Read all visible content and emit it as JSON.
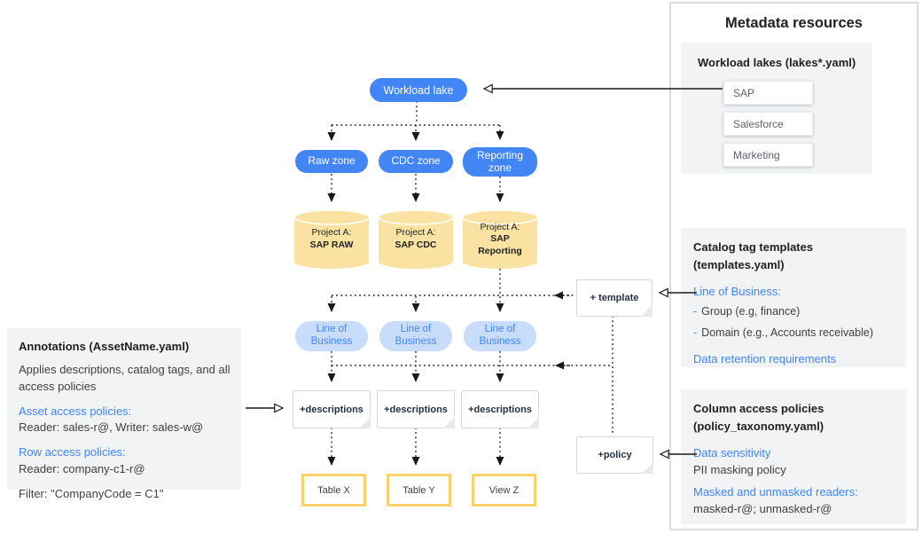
{
  "colors": {
    "accent_blue": "#4285F4",
    "lob_pill_bg": "#C8DCFB",
    "cylinder_fill": "#FAE3A2",
    "table_border": "#F9D26C",
    "panel_gray_bg": "#F1F3F4",
    "panel_border": "#DADCE0",
    "connector": "#1A1A1A"
  },
  "diagram": {
    "workload_lake_label": "Workload lake",
    "zones": [
      "Raw zone",
      "CDC zone",
      "Reporting zone"
    ],
    "projects": [
      {
        "prefix": "Project A:",
        "name": "SAP RAW"
      },
      {
        "prefix": "Project A:",
        "name": "SAP CDC"
      },
      {
        "prefix": "Project A:",
        "name": "SAP Reporting"
      }
    ],
    "lob_label": "Line of Business",
    "descriptions_note": "+descriptions",
    "template_note": "+ template",
    "policy_note": "+policy",
    "outputs": [
      "Table X",
      "Table Y",
      "View Z"
    ]
  },
  "annotations_panel": {
    "title": "Annotations (AssetName.yaml)",
    "description": "Applies descriptions, catalog tags, and all access policies",
    "asset_policies_heading": "Asset access policies:",
    "asset_policies_value": "Reader: sales-r@, Writer: sales-w@",
    "row_policies_heading": "Row access policies:",
    "row_policies_value": "Reader: company-c1-r@",
    "filter_value": "Filter: \"CompanyCode = C1\""
  },
  "metadata_panel": {
    "title": "Metadata resources",
    "workload_lakes": {
      "title": "Workload lakes (lakes*.yaml)",
      "items": [
        "SAP",
        "Salesforce",
        "Marketing"
      ]
    },
    "catalog_templates": {
      "title": "Catalog tag templates (templates.yaml)",
      "lob_heading": "Line of Business:",
      "bullet": "-",
      "items": [
        "Group (e.g, finance)",
        "Domain (e.g., Accounts receivable)"
      ],
      "retention_heading": "Data retention requirements"
    },
    "column_policies": {
      "title": "Column access policies (policy_taxonomy.yaml)",
      "sensitivity_heading": "Data sensitivity",
      "sensitivity_value": "PII masking policy",
      "readers_heading": "Masked and unmasked readers:",
      "readers_value": "masked-r@; unmasked-r@"
    }
  }
}
